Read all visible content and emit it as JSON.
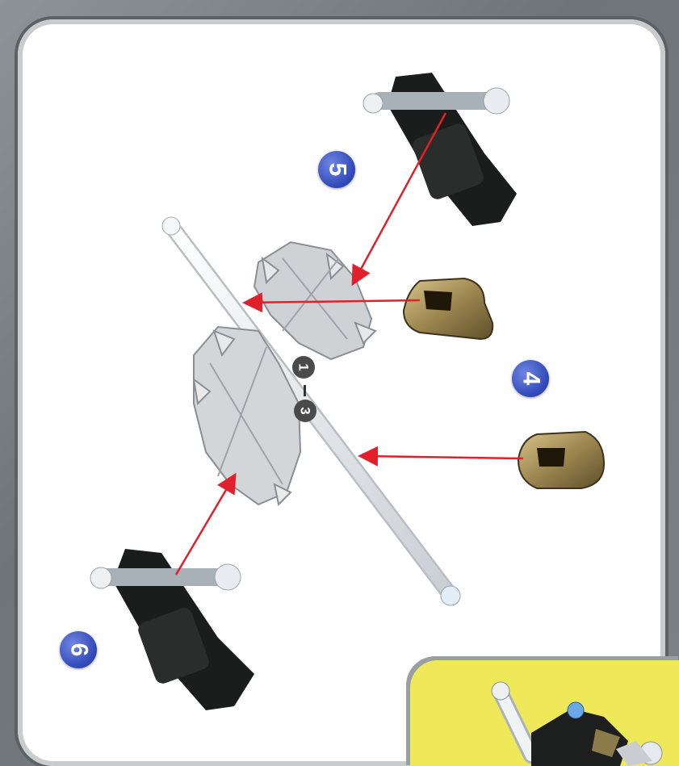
{
  "step_badges": {
    "step_5": "5",
    "step_4": "4",
    "step_6": "6"
  },
  "part_range": {
    "from": "1",
    "to": "3"
  },
  "colors": {
    "badge_blue": "#2f47b8",
    "arrow_red": "#e0202a",
    "inset_yellow": "#efe95a",
    "panel_border": "#6e7477"
  }
}
